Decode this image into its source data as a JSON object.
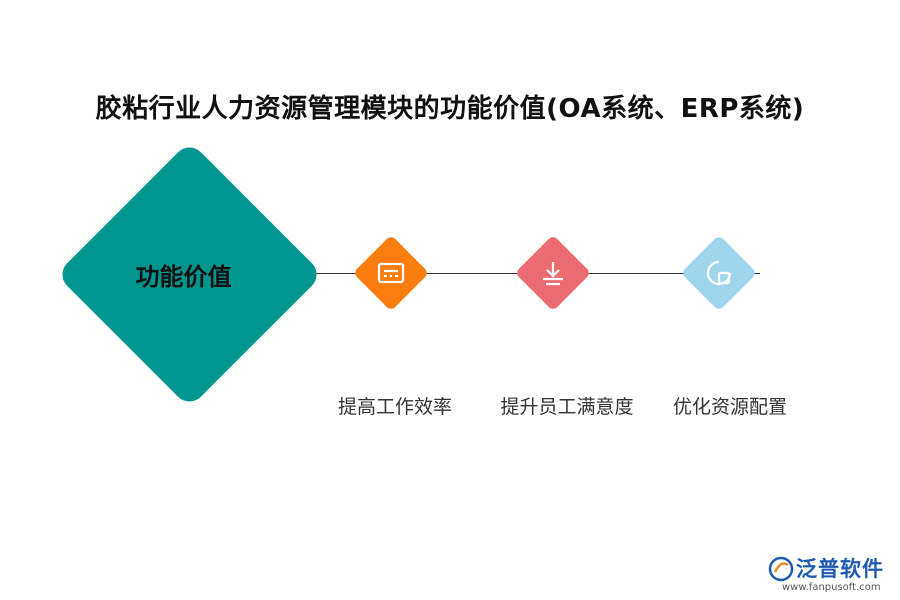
{
  "title": "胶粘行业人力资源管理模块的功能价值(OA系统、ERP系统)",
  "center": {
    "label": "功能价值",
    "color": "#00958f"
  },
  "nodes": [
    {
      "label": "提高工作效率",
      "color": "#fb7d10",
      "icon": "screen-icon"
    },
    {
      "label": "提升员工满意度",
      "color": "#ec6b70",
      "icon": "download-tray-icon"
    },
    {
      "label": "优化资源配置",
      "color": "#9fd6ee",
      "icon": "chart-square-icon"
    }
  ],
  "brand": {
    "name": "泛普软件",
    "url": "www.fanpusoft.com",
    "color": "#1e5bb0"
  }
}
